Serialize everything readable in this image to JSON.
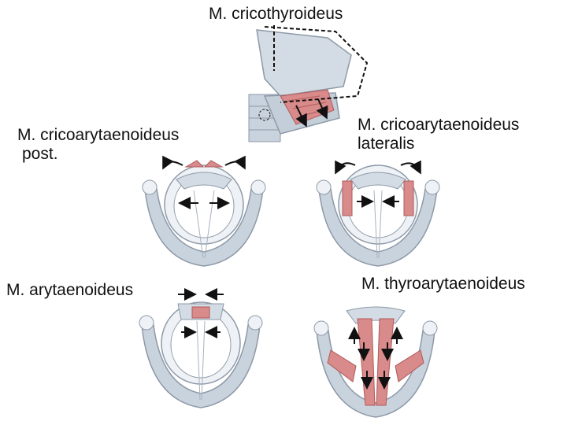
{
  "labels": {
    "cricothyroid": "M. cricothyroideus",
    "posterior_line1": "M. cricoarytaenoideus",
    "posterior_line2": "post.",
    "lateral_line1": "M. cricoarytaenoideus",
    "lateral_line2": "lateralis",
    "arytenoid": "M. arytaenoideus",
    "thyroarytenoid": "M. thyroarytaenoideus"
  },
  "colors": {
    "cartilage": "#c9d3dd",
    "cartilage_shadow": "#8e9aa8",
    "cartilage_light": "#eef2f6",
    "muscle": "#d98a8a",
    "muscle_dark": "#b05a5a",
    "arrow": "#111111"
  }
}
